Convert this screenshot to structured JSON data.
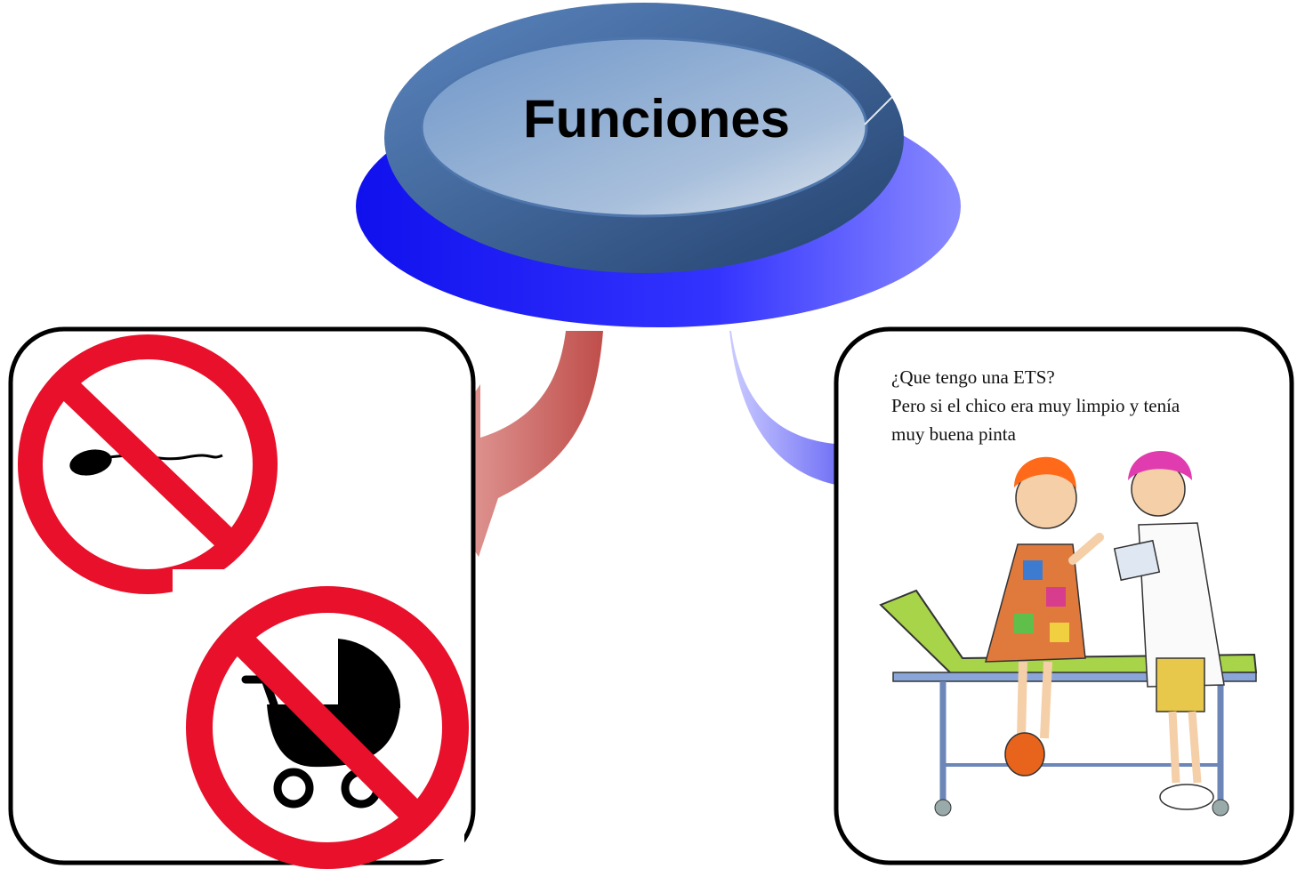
{
  "diagram": {
    "title": "Funciones",
    "colors": {
      "disc_outer": "#1a1af0",
      "disc_outer_light": "#7b7bff",
      "disc_ring": "#3b5f9a",
      "disc_inner": "#8fb0d8",
      "arrow_left": "#c0504d",
      "arrow_right": "#2a2aee",
      "prohibition_red": "#e8102a"
    },
    "left_panel": {
      "icons": [
        "no-sperm-sign-icon",
        "no-baby-stroller-sign-icon"
      ]
    },
    "right_panel": {
      "caption_lines": [
        "¿Que tengo una ETS?",
        "Pero si el chico era muy limpio y tenía",
        "muy buena pinta"
      ],
      "illustration": "doctor-patient-cartoon-icon"
    }
  }
}
